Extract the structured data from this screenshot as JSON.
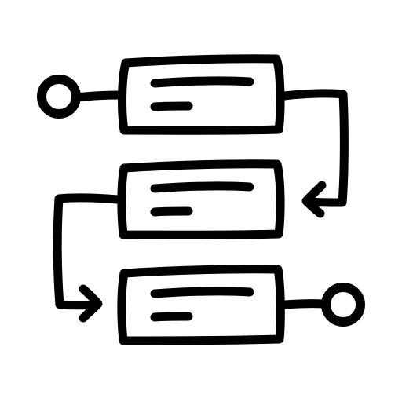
{
  "colors": {
    "background": "#ffffff",
    "stroke": "#000000"
  },
  "icon": {
    "name": "process-flow-icon",
    "style": "hand-drawn line art"
  },
  "diagram": {
    "nodes": [
      {
        "id": "step-1",
        "text_lines": 2
      },
      {
        "id": "step-2",
        "text_lines": 2
      },
      {
        "id": "step-3",
        "text_lines": 2
      }
    ],
    "terminals": [
      {
        "id": "start",
        "attached_to": "step-1"
      },
      {
        "id": "end",
        "attached_to": "step-3"
      }
    ],
    "edges": [
      {
        "from": "step-1",
        "to": "step-2"
      },
      {
        "from": "step-2",
        "to": "step-3"
      }
    ]
  }
}
